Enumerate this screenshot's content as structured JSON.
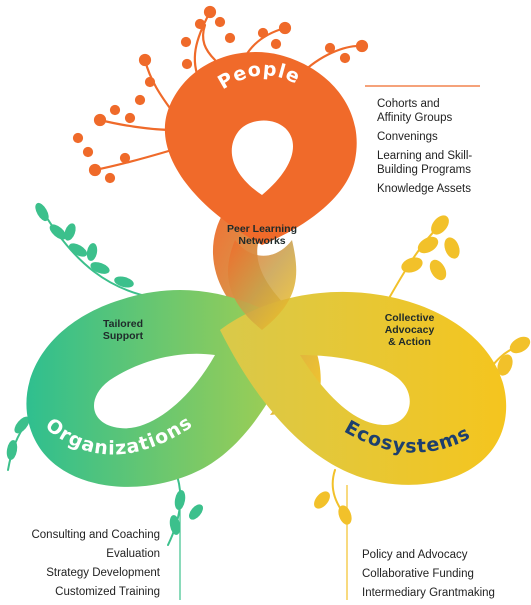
{
  "colors": {
    "people": "#f06a2a",
    "organizations": "#2fbf8f",
    "ecosystems": "#f5c51e",
    "people_leaf": "#ef6a2a",
    "org_leaf": "#3cc08c",
    "eco_leaf": "#f2c12a"
  },
  "loops": {
    "people": "People",
    "organizations": "Organizations",
    "ecosystems": "Ecosystems"
  },
  "overlaps": {
    "peer_learning": [
      "Peer Learning",
      "Networks"
    ],
    "tailored_support": [
      "Tailored",
      "Support"
    ],
    "collective_advocacy": [
      "Collective",
      "Advocacy",
      "& Action"
    ]
  },
  "people_items": [
    [
      "Cohorts and",
      "Affinity Groups"
    ],
    [
      "Convenings"
    ],
    [
      "Learning and Skill-",
      "Building Programs"
    ],
    [
      "Knowledge Assets"
    ]
  ],
  "organizations_items": [
    "Consulting and Coaching",
    "Evaluation",
    "Strategy Development",
    "Customized Training"
  ],
  "ecosystems_items": [
    "Policy and Advocacy",
    "Collaborative Funding",
    "Intermediary Grantmaking"
  ]
}
